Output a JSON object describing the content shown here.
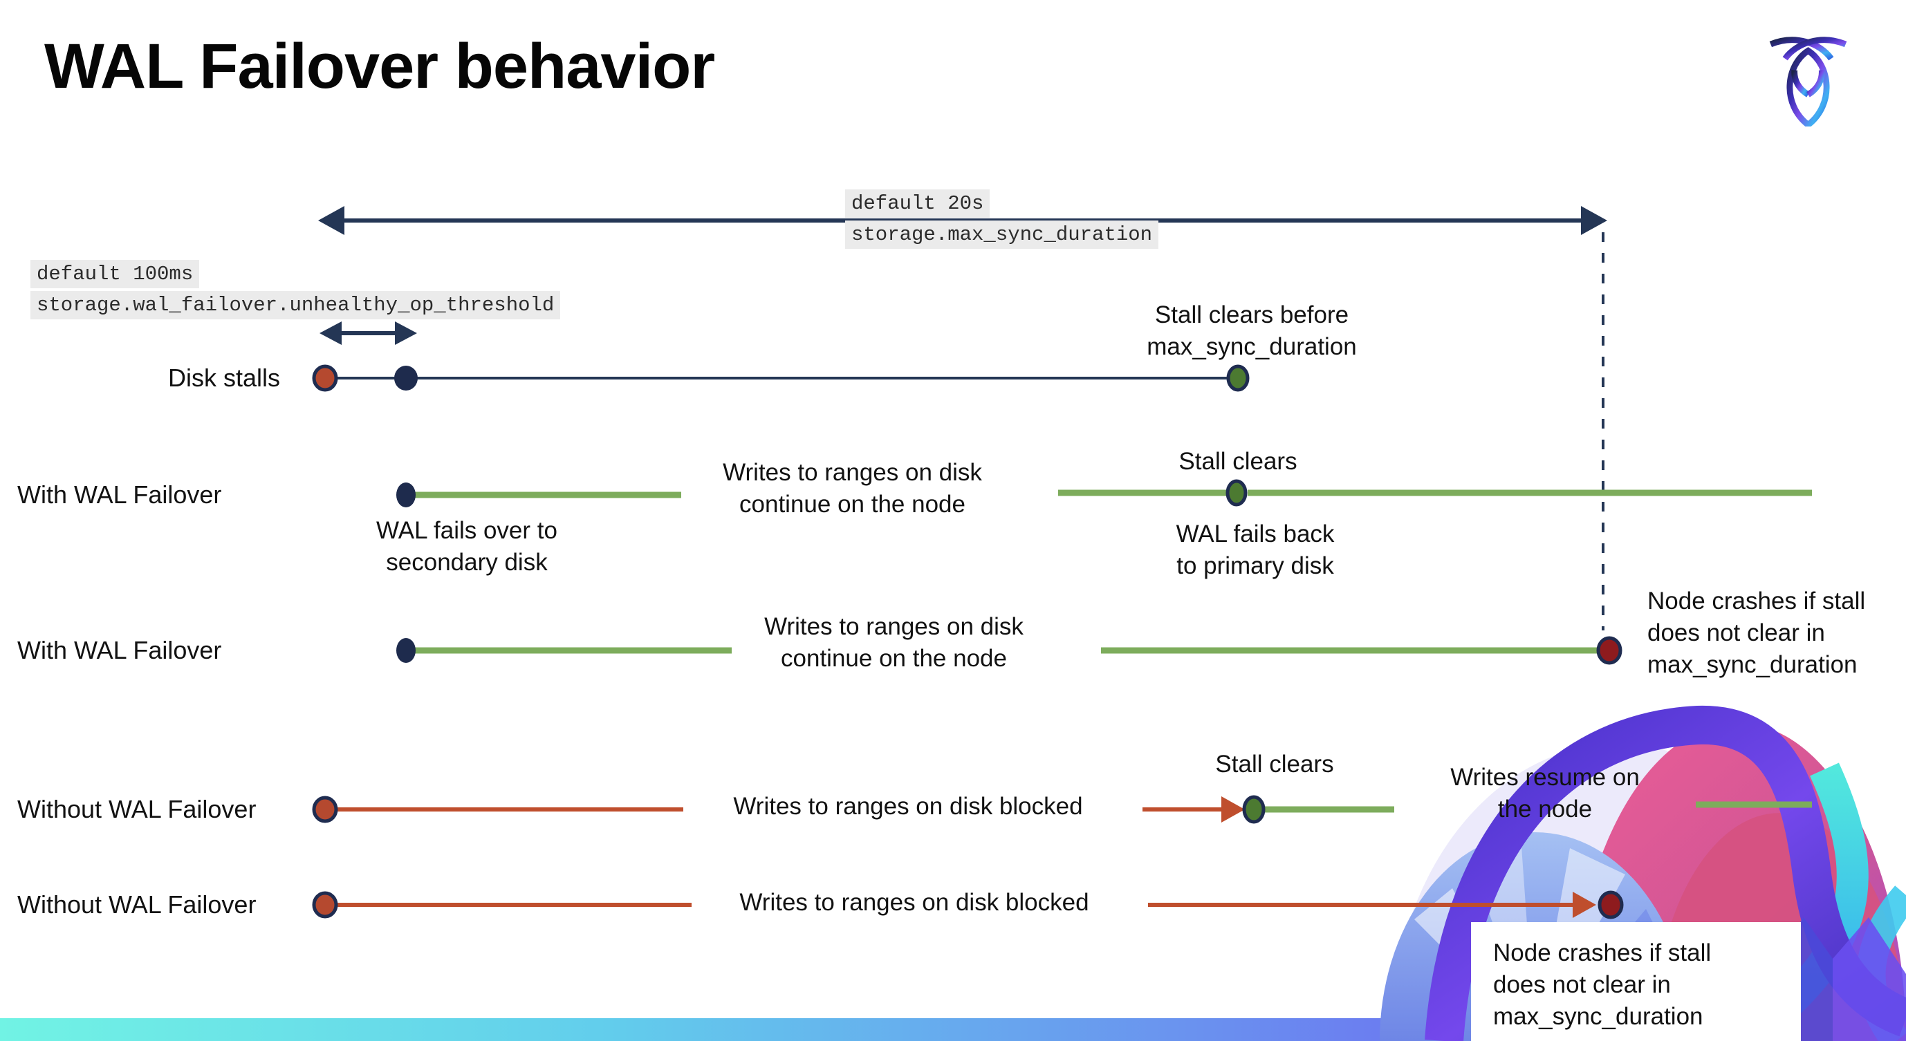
{
  "slide": {
    "title": "WAL Failover behavior",
    "logo_icon": "cockroach-logo"
  },
  "settings": {
    "max_sync_duration": {
      "default_label": "default 20s",
      "setting_name": "storage.max_sync_duration"
    },
    "unhealthy_op_threshold": {
      "default_label": "default 100ms",
      "setting_name": "storage.wal_failover.unhealthy_op_threshold"
    }
  },
  "rows": {
    "disk_stalls": {
      "label": "Disk stalls",
      "stall_clears_note": "Stall clears before\nmax_sync_duration"
    },
    "with_failover_recovers": {
      "label": "With WAL Failover",
      "failover_note": "WAL fails over to\nsecondary disk",
      "writes_note": "Writes to ranges on disk\ncontinue on the node",
      "stall_clears_note": "Stall clears",
      "failback_note": "WAL fails  back\nto primary disk"
    },
    "with_failover_crashes": {
      "label": "With WAL Failover",
      "writes_note": "Writes to ranges on disk\ncontinue on the node",
      "crash_note": "Node crashes if stall\ndoes not clear in\nmax_sync_duration"
    },
    "without_failover_recovers": {
      "label": "Without WAL Failover",
      "blocked_note": "Writes to ranges on disk  blocked",
      "stall_clears_note": "Stall clears",
      "resume_note": "Writes resume on\nthe node"
    },
    "without_failover_crashes": {
      "label": "Without WAL Failover",
      "blocked_note": "Writes to ranges on disk  blocked",
      "crash_note": "Node crashes if stall\ndoes not clear in\nmax_sync_duration"
    }
  },
  "colors": {
    "navy": "#243655",
    "green_line": "#7dac5c",
    "green_dot": "#4c7a31",
    "red_line": "#bf4e2d",
    "red_dot": "#b5492f",
    "crash_dot": "#8e1b1e",
    "code_highlight_bg": "#ebebeb",
    "bar_gradient_left": "#71f3e4",
    "bar_gradient_right": "#6b4ef0"
  }
}
